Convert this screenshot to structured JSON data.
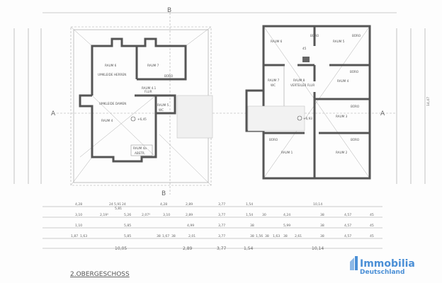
{
  "plan_title": "2.OBERGESCHOSS",
  "section_markers": {
    "a_left": "A",
    "a_right": "A",
    "b_top": "B",
    "b_bottom": "B"
  },
  "left_plan": {
    "rooms": [
      {
        "label": "RAUM 6",
        "use": "UMKLEIDE HERREN"
      },
      {
        "label": "RAUM 7",
        "use": "BÜRO"
      },
      {
        "label": "RAUM 4.1",
        "use": "FLUR"
      },
      {
        "label": "RAUM 4",
        "use": "UMKLEIDE DAMEN"
      },
      {
        "label": "RAUM 5",
        "use": "WC"
      },
      {
        "label": "RAUM 4a",
        "use": "ABSTR."
      }
    ],
    "level": "+6,45"
  },
  "right_plan": {
    "rooms": [
      {
        "label": "RAUM 6",
        "use": "BÜRO"
      },
      {
        "label": "RAUM 5",
        "use": "BÜRO"
      },
      {
        "label": "RAUM 7",
        "use": "WC"
      },
      {
        "label": "RAUM 8",
        "use": "VERTEILER FLUR"
      },
      {
        "label": "RAUM 4",
        "use": "BÜRO"
      },
      {
        "label": "RAUM 3",
        "use": "BÜRO"
      },
      {
        "label": "RAUM 1",
        "use": "BÜRO"
      },
      {
        "label": "RAUM 2",
        "use": "BÜRO"
      }
    ],
    "level": "+6,93",
    "chimney": "45"
  },
  "dimension_rows": [
    [
      "4,28",
      "24",
      "5,91",
      "24",
      "5,81",
      "4,28",
      "2,89",
      "3,77",
      "1,54",
      "10,14"
    ],
    [
      "3,10",
      "2,19⁵",
      "5,26",
      "2,07⁵",
      "3,10",
      "2,89",
      "3,77",
      "1,54",
      "30",
      "4,24",
      "38",
      "4,57",
      "45"
    ],
    [
      "1,10",
      "5,85",
      "4,99",
      "3,77",
      "38",
      "5,99",
      "38",
      "4,57",
      "45"
    ],
    [
      "1,87",
      "1,63",
      "5,85",
      "38",
      "1,67",
      "38",
      "2,01",
      "3,77",
      "38",
      "1,56",
      "38",
      "1,63",
      "38",
      "2,61",
      "38",
      "4,57",
      "45"
    ],
    [
      "10,05",
      "2,89",
      "3,77",
      "1,54",
      "10,14"
    ]
  ],
  "right_total": "14,47",
  "logo": {
    "line1": "Immobilia",
    "line2": "Deutschland",
    "color": "#4a8fd6"
  }
}
